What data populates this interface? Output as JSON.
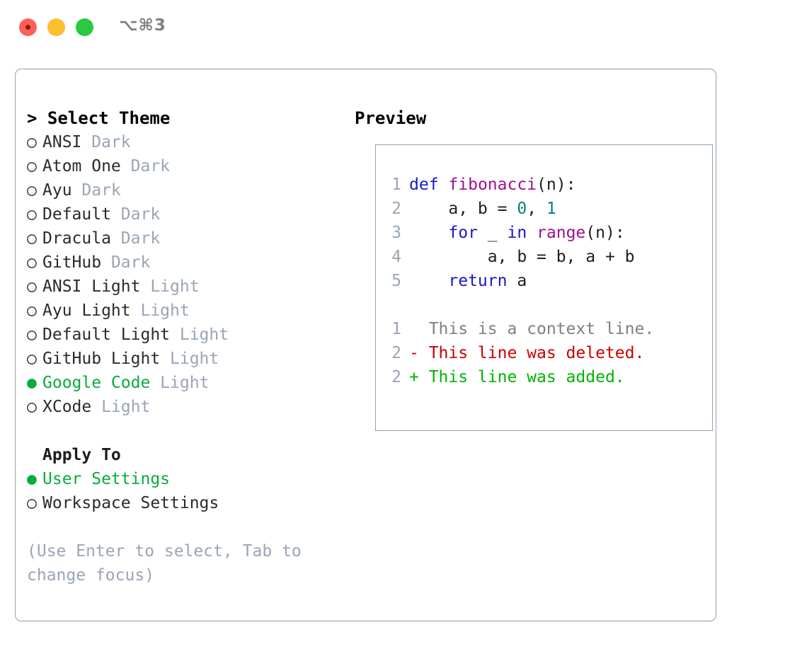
{
  "window": {
    "shortcut": "⌥⌘3",
    "traffic_lights": [
      "close-red",
      "minimize-yellow",
      "maximize-green"
    ]
  },
  "left": {
    "title": "> Select Theme",
    "themes": [
      {
        "marker": "○",
        "name": "ANSI",
        "tag": "Dark",
        "selected": false
      },
      {
        "marker": "○",
        "name": "Atom One",
        "tag": "Dark",
        "selected": false
      },
      {
        "marker": "○",
        "name": "Ayu",
        "tag": "Dark",
        "selected": false
      },
      {
        "marker": "○",
        "name": "Default",
        "tag": "Dark",
        "selected": false
      },
      {
        "marker": "○",
        "name": "Dracula",
        "tag": "Dark",
        "selected": false
      },
      {
        "marker": "○",
        "name": "GitHub",
        "tag": "Dark",
        "selected": false
      },
      {
        "marker": "○",
        "name": "ANSI Light",
        "tag": "Light",
        "selected": false
      },
      {
        "marker": "○",
        "name": "Ayu Light",
        "tag": "Light",
        "selected": false
      },
      {
        "marker": "○",
        "name": "Default Light",
        "tag": "Light",
        "selected": false
      },
      {
        "marker": "○",
        "name": "GitHub Light",
        "tag": "Light",
        "selected": false
      },
      {
        "marker": "●",
        "name": "Google Code",
        "tag": "Light",
        "selected": true
      },
      {
        "marker": "○",
        "name": "XCode",
        "tag": "Light",
        "selected": false
      }
    ],
    "apply_to": {
      "title": "Apply To",
      "options": [
        {
          "marker": "●",
          "name": "User Settings",
          "selected": true
        },
        {
          "marker": "○",
          "name": "Workspace Settings",
          "selected": false
        }
      ]
    },
    "hint": "(Use Enter to select, Tab to change focus)"
  },
  "right": {
    "title": "Preview",
    "code_lines": [
      {
        "num": "1",
        "tokens": [
          {
            "t": "def",
            "c": "kw"
          },
          {
            "t": " ",
            "c": "plain"
          },
          {
            "t": "fibonacci",
            "c": "fn"
          },
          {
            "t": "(n):",
            "c": "punct"
          }
        ]
      },
      {
        "num": "2",
        "tokens": [
          {
            "t": "    a, b = ",
            "c": "plain"
          },
          {
            "t": "0",
            "c": "num"
          },
          {
            "t": ", ",
            "c": "plain"
          },
          {
            "t": "1",
            "c": "num"
          }
        ]
      },
      {
        "num": "3",
        "tokens": [
          {
            "t": "    ",
            "c": "plain"
          },
          {
            "t": "for",
            "c": "kw"
          },
          {
            "t": " _ ",
            "c": "plain"
          },
          {
            "t": "in",
            "c": "kw"
          },
          {
            "t": " ",
            "c": "plain"
          },
          {
            "t": "range",
            "c": "fn"
          },
          {
            "t": "(n):",
            "c": "punct"
          }
        ]
      },
      {
        "num": "4",
        "tokens": [
          {
            "t": "        a, b = b, a + b",
            "c": "plain"
          }
        ]
      },
      {
        "num": "5",
        "tokens": [
          {
            "t": "    ",
            "c": "plain"
          },
          {
            "t": "return",
            "c": "kw"
          },
          {
            "t": " a",
            "c": "plain"
          }
        ]
      }
    ],
    "diff_lines": [
      {
        "num": "1",
        "text": "  This is a context line.",
        "kind": "context"
      },
      {
        "num": "2",
        "text": "- This line was deleted.",
        "kind": "deleted"
      },
      {
        "num": "2",
        "text": "+ This line was added.",
        "kind": "added"
      }
    ]
  },
  "colors": {
    "accent_green": "#0aab3d",
    "muted_gray": "#9aa5b4",
    "border": "#93a0b0",
    "keyword": "#1818c8",
    "function": "#a01090",
    "number": "#0a8080",
    "diff_deleted": "#cc0000",
    "diff_added": "#00b400",
    "diff_context": "#808080",
    "light_red": "#ff6058",
    "light_yellow": "#fcbf2e",
    "light_green": "#2bc840"
  }
}
